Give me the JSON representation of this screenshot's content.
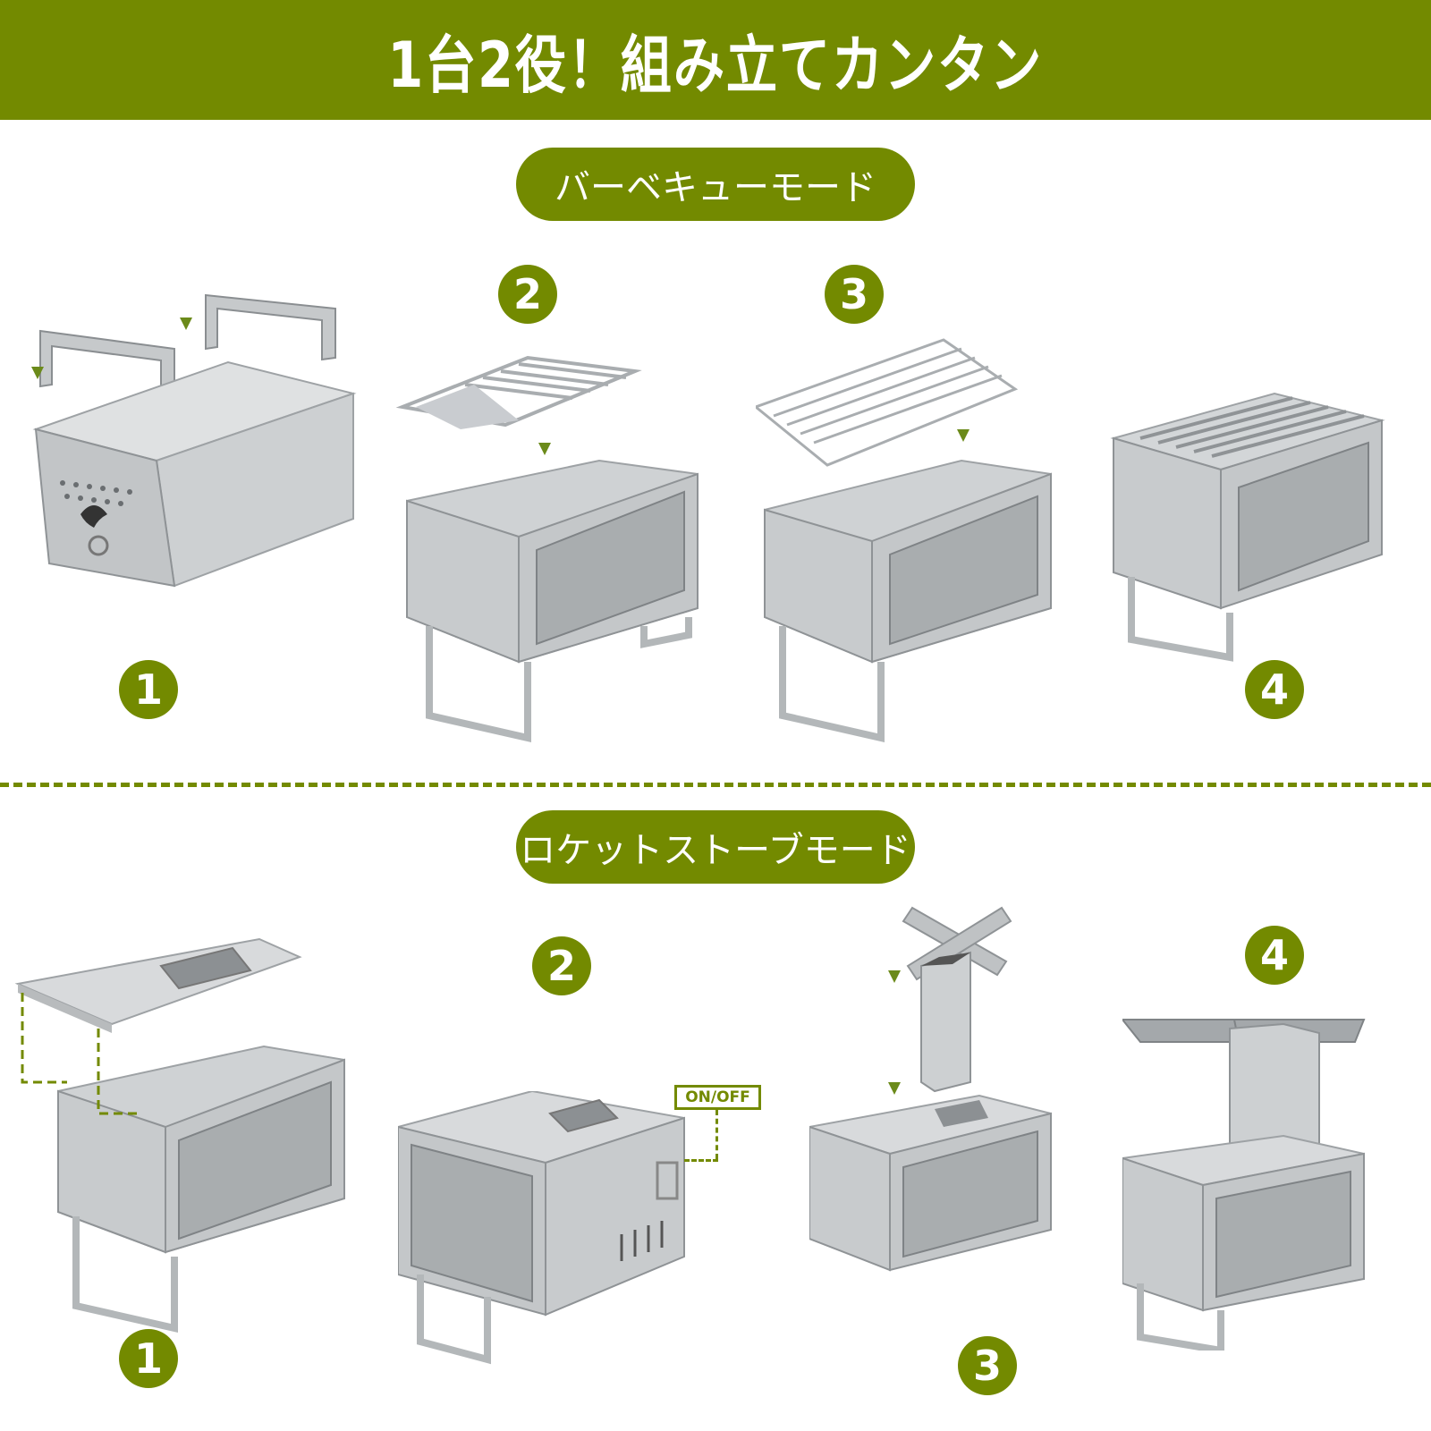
{
  "header": {
    "title": "1台2役！組み立てカンタン",
    "background_color": "#738a00"
  },
  "sections": [
    {
      "label": "バーベキューモード",
      "steps": [
        {
          "number": "1",
          "description": "stove body with handles, arrows down"
        },
        {
          "number": "2",
          "description": "grill rack with plate placed onto open box"
        },
        {
          "number": "3",
          "description": "wire grill placed into box"
        },
        {
          "number": "4",
          "description": "assembled barbecue grill"
        }
      ]
    },
    {
      "label": "ロケットストーブモード",
      "steps": [
        {
          "number": "1",
          "description": "lid with chimney opening placed on box"
        },
        {
          "number": "2",
          "description": "closed box with latch"
        },
        {
          "number": "3",
          "description": "chimney and cross trivet placed on top"
        },
        {
          "number": "4",
          "description": "assembled rocket stove"
        }
      ],
      "callout": "ON/OFF"
    }
  ],
  "colors": {
    "accent": "#738a00",
    "steel": "#c9ccce",
    "steel_dark": "#9ea2a5",
    "glass": "#b8bbbc"
  }
}
